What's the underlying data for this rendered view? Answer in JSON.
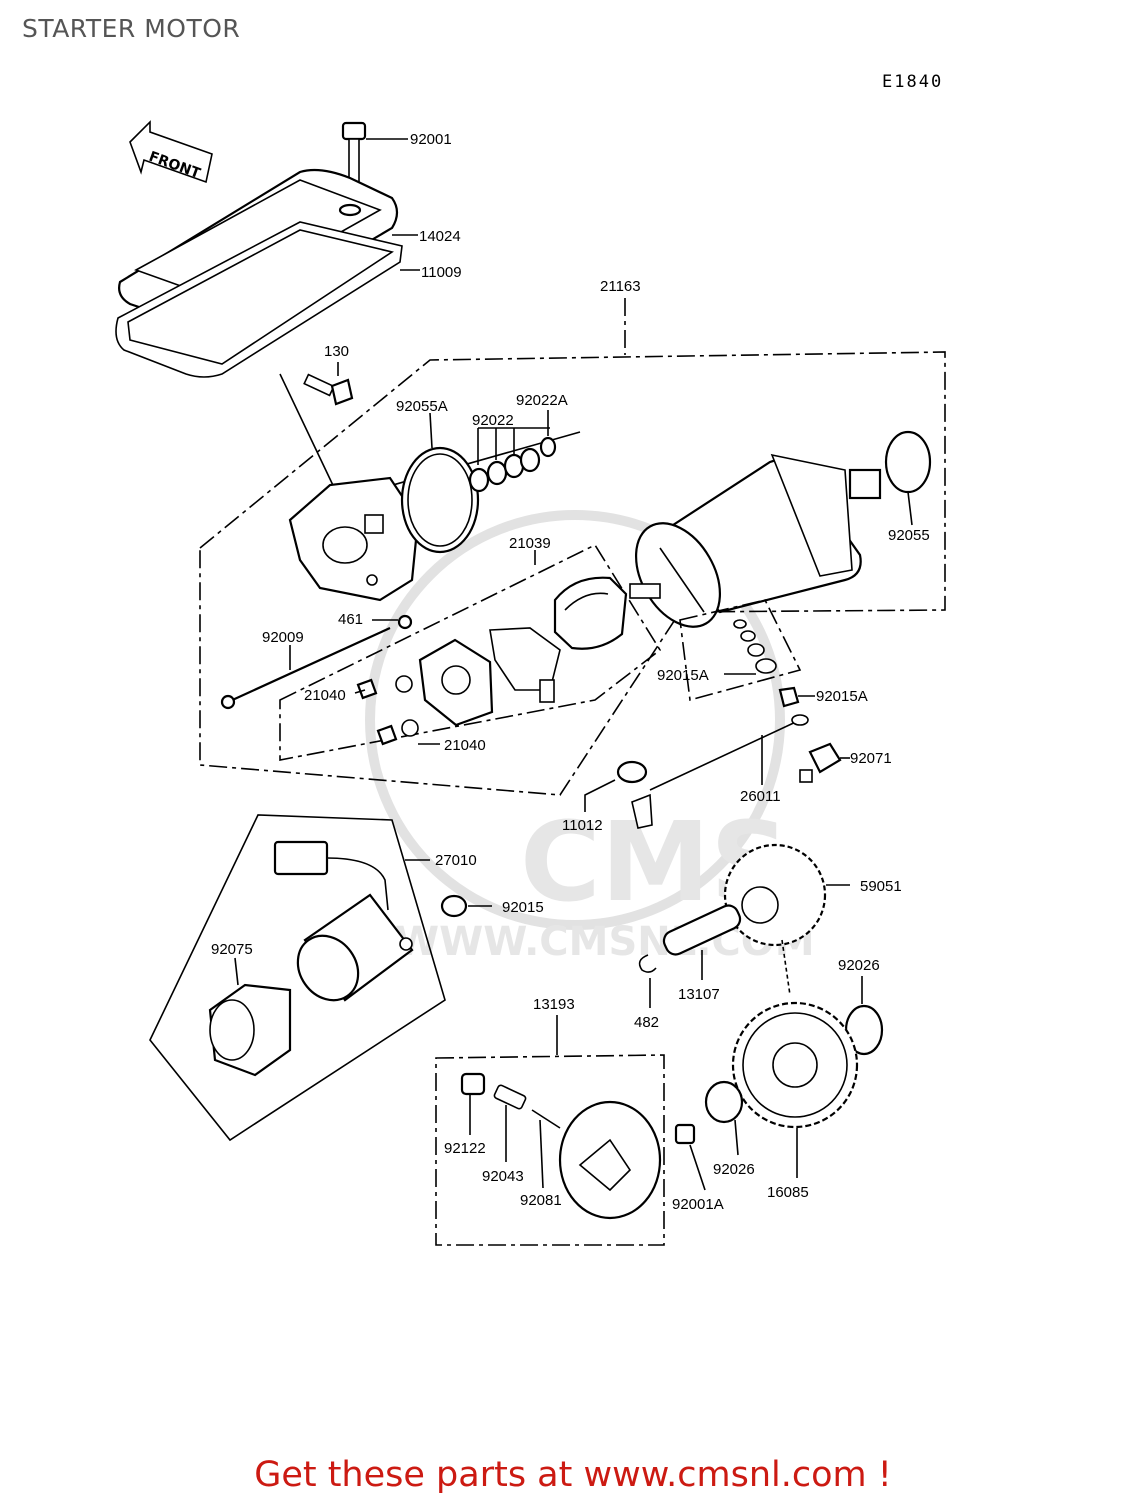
{
  "page": {
    "title": "STARTER MOTOR",
    "diagram_code": "E1840",
    "footer": "Get these parts at www.cmsnl.com !"
  },
  "watermark": {
    "logo_text": "CMS",
    "url_text": "WWW.CMSNL.COM"
  },
  "front_arrow": {
    "text": "FRONT"
  },
  "parts": [
    {
      "id": "92001",
      "label": "92001"
    },
    {
      "id": "14024",
      "label": "14024"
    },
    {
      "id": "11009",
      "label": "11009"
    },
    {
      "id": "21163",
      "label": "21163"
    },
    {
      "id": "130",
      "label": "130"
    },
    {
      "id": "92055A",
      "label": "92055A"
    },
    {
      "id": "92022",
      "label": "92022"
    },
    {
      "id": "92022A",
      "label": "92022A"
    },
    {
      "id": "92055",
      "label": "92055"
    },
    {
      "id": "21039",
      "label": "21039"
    },
    {
      "id": "461",
      "label": "461"
    },
    {
      "id": "92009",
      "label": "92009"
    },
    {
      "id": "21040-a",
      "label": "21040"
    },
    {
      "id": "21040-b",
      "label": "21040"
    },
    {
      "id": "92015A-a",
      "label": "92015A"
    },
    {
      "id": "92015A-b",
      "label": "92015A"
    },
    {
      "id": "92071",
      "label": "92071"
    },
    {
      "id": "26011",
      "label": "26011"
    },
    {
      "id": "11012",
      "label": "11012"
    },
    {
      "id": "27010",
      "label": "27010"
    },
    {
      "id": "59051",
      "label": "59051"
    },
    {
      "id": "92015",
      "label": "92015"
    },
    {
      "id": "92075",
      "label": "92075"
    },
    {
      "id": "92026-a",
      "label": "92026"
    },
    {
      "id": "13107",
      "label": "13107"
    },
    {
      "id": "482",
      "label": "482"
    },
    {
      "id": "13193",
      "label": "13193"
    },
    {
      "id": "92122",
      "label": "92122"
    },
    {
      "id": "92043",
      "label": "92043"
    },
    {
      "id": "92081",
      "label": "92081"
    },
    {
      "id": "92001A",
      "label": "92001A"
    },
    {
      "id": "92026-b",
      "label": "92026"
    },
    {
      "id": "16085",
      "label": "16085"
    }
  ]
}
